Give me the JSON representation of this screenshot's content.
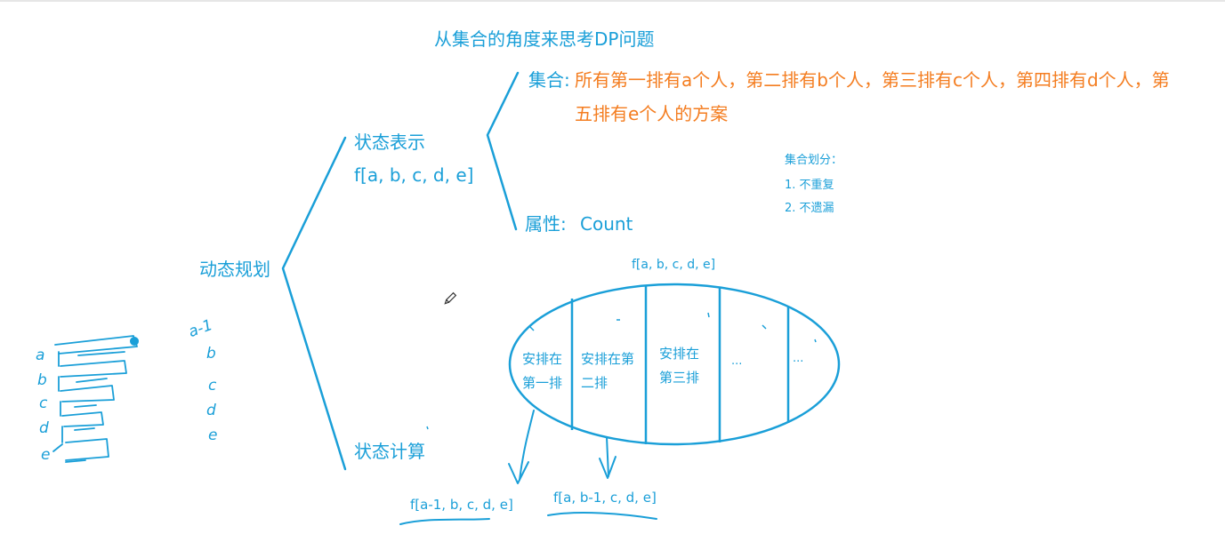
{
  "title": "从集合的角度来思考DP问题",
  "root": "动态规划",
  "state_repr": {
    "label": "状态表示",
    "formula": "f[a, b, c, d, e]"
  },
  "set": {
    "label": "集合:",
    "desc_line1": "所有第一排有a个人，第二排有b个人，第三排有c个人，第四排有d个人，第",
    "desc_line2": "五排有e个人的方案"
  },
  "attr": {
    "label": "属性:",
    "value": "Count"
  },
  "state_calc": "状态计算",
  "partition_note": {
    "title": "集合划分：",
    "item1": "1. 不重复",
    "item2": "2. 不遗漏"
  },
  "ellipse": {
    "label": "f[a, b, c, d, e]",
    "cells": [
      {
        "line1": "安排在",
        "line2": "第一排"
      },
      {
        "line1": "安排在第",
        "line2": "二排"
      },
      {
        "line1": "安排在",
        "line2": "第三排"
      },
      {
        "line1": "...",
        "line2": ""
      },
      {
        "line1": "...",
        "line2": ""
      }
    ]
  },
  "subproblems": [
    "f[a-1, b, c, d, e]",
    "f[a, b-1, c, d, e]"
  ],
  "sketch": {
    "left_letters": [
      "a",
      "b",
      "c",
      "d",
      "e"
    ],
    "right_letters": [
      "a-1",
      "b",
      "c",
      "d",
      "e"
    ]
  }
}
